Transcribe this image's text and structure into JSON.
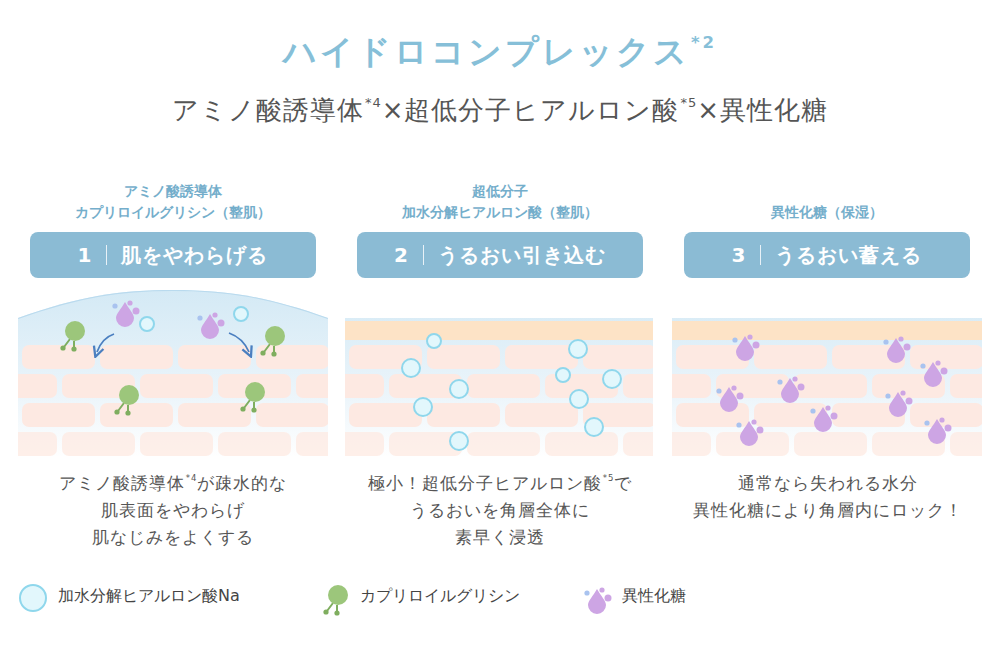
{
  "diagram": {
    "title": "ハイドロコンプレックス*2",
    "nodes": [
      {
        "text": [
          "アミノ酸誘導体 カプリロイルグリシン（整肌）",
          "1",
          "肌をやわらげる"
        ]
      },
      {
        "text": [
          "超低分子 加水分解ヒアルロン酸（整肌）",
          "2",
          "うるおい引き込む"
        ]
      },
      {
        "text": [
          "異性化糖（保湿）",
          "3",
          "うるおい蓄える"
        ]
      }
    ],
    "labels": [
      "アミノ酸誘導体*4×超低分子ヒアルロン酸*5×異性化糖",
      "アミノ酸誘導体*4が疎水的な 肌表面をやわらげ 肌なじみをよくする",
      "極小！超低分子ヒアルロン酸*5で うるおいを角層全体に 素早く浸透",
      "通常なら失われる水分 異性化糖により角層内にロック！"
    ],
    "legend": [
      {
        "text": "加水分解ヒアルロン酸Na"
      },
      {
        "text": "カプリロイルグリシン"
      },
      {
        "text": "異性化糖"
      }
    ]
  }
}
